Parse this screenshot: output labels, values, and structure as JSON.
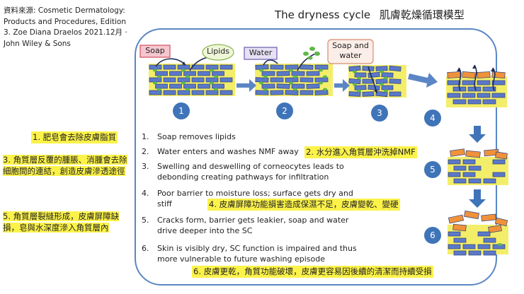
{
  "source_note": "資料來源: Cosmetic Dermatology: Products and Procedures, Edition 3. Zoe Diana Draelos 2021.12月 · John Wiley & Sons",
  "title": "The dryness cycle",
  "title_cn": "肌膚乾燥循環模型",
  "diagram": {
    "label_soap": "Soap",
    "label_lipids": "Lipids",
    "label_water": "Water",
    "label_soap_water": "Soap and water",
    "step_numbers": [
      "1",
      "2",
      "3",
      "4",
      "5",
      "6"
    ]
  },
  "steps": [
    {
      "num": "1.",
      "text": "Soap removes lipids"
    },
    {
      "num": "2.",
      "text": "Water enters and washes NMF away"
    },
    {
      "num": "3.",
      "text": "Swelling and deswelling of corneocytes leads to debonding creating pathways for infiltration"
    },
    {
      "num": "4.",
      "text": "Poor barrier to moisture loss; surface gets dry and stiff"
    },
    {
      "num": "5.",
      "text": "Cracks form, barrier gets leakier, soap and water drive deeper into the SC"
    },
    {
      "num": "6.",
      "text": "Skin is visibly dry, SC function is impaired and thus more vulnerable to future washing episode"
    }
  ],
  "annotations": {
    "a1": "1. 肥皂會去除皮膚脂質",
    "a2": "2. 水分進入角質層沖洗掉NMF",
    "a3": "3. 角質層反覆的腫脹、消腫會去除細胞間的連結，創造皮膚滲透途徑",
    "a4": "4. 皮膚屏障功能損害造成保濕不足，皮膚變乾、變硬",
    "a5": "5. 角質層裂縫形成，皮膚屏障缺損，皂與水深度滲入角質層內",
    "a6": "6. 皮膚更乾，角質功能破壞，皮膚更容易因後續的清潔而持續受損"
  },
  "colors": {
    "brick_blue": "#5b79c9",
    "brick_orange": "#f0923a",
    "mortar_yellow": "#f3ee6a",
    "dot_green": "#5fb84a",
    "circle_blue": "#3f74b8",
    "arrow_blue": "#5b86c5",
    "highlight": "#fbf24a"
  }
}
